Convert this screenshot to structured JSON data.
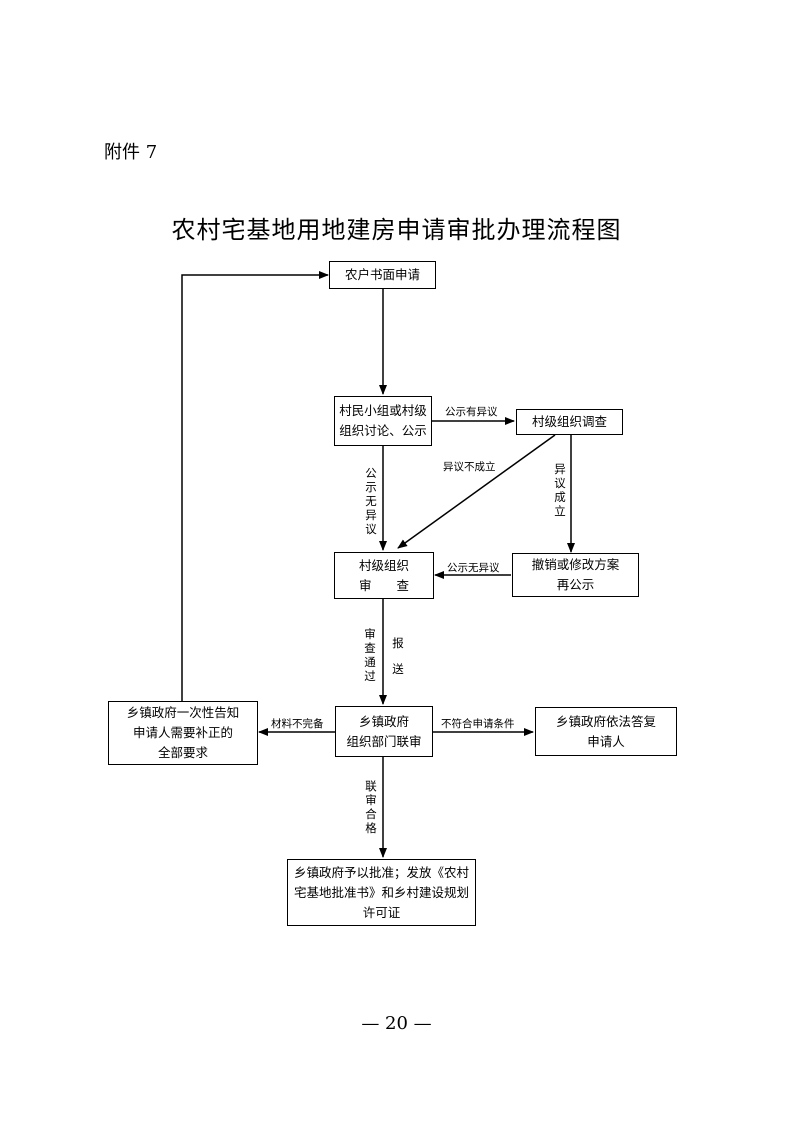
{
  "attachment": "附件 7",
  "title": "农村宅基地用地建房申请审批办理流程图",
  "nodes": {
    "apply": "农户书面申请",
    "discuss": [
      "村民小组或村级",
      "组织讨论、公示"
    ],
    "investigate": "村级组织调查",
    "review": [
      "村级组织",
      "审　　查"
    ],
    "revise": [
      "撤销或修改方案",
      "再公示"
    ],
    "joint": [
      "乡镇政府",
      "组织部门联审"
    ],
    "notify": [
      "乡镇政府一次性告知",
      "申请人需要补正的",
      "全部要求"
    ],
    "reply": [
      "乡镇政府依法答复",
      "申请人"
    ],
    "approve": [
      "乡镇政府予以批准；发放《农村",
      "宅基地批准书》和乡村建设规划",
      "许可证"
    ]
  },
  "labels": {
    "objection": "公示有异议",
    "no_objection_v": "公示无异议",
    "objection_invalid": "异议不成立",
    "objection_valid": "异议成立",
    "no_objection_h": "公示无异议",
    "review_passed": "审查通过",
    "report": "报送",
    "incomplete": "材料不完备",
    "not_eligible": "不符合申请条件",
    "joint_passed": "联审合格"
  },
  "page_number": "— 20 —"
}
